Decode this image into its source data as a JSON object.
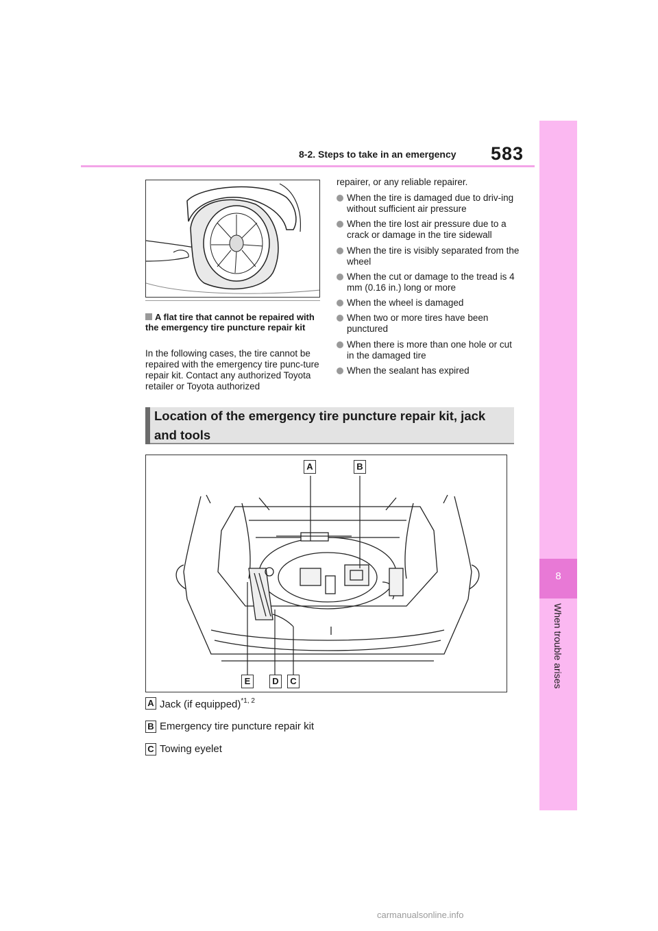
{
  "header": {
    "section_title": "8-2. Steps to take in an emergency",
    "page_number": "583"
  },
  "side_tab": {
    "chapter_number": "8",
    "label": "When trouble arises"
  },
  "left_column": {
    "subhead": "A flat tire that cannot be repaired with the emergency tire puncture repair kit",
    "body": "In the following cases, the tire cannot be repaired with the emergency tire punc-ture repair kit. Contact any authorized Toyota retailer or Toyota authorized"
  },
  "right_column": {
    "lead": "repairer, or any reliable repairer.",
    "bullets": [
      "When the tire is damaged due to driv-ing without sufficient air pressure",
      "When the tire lost air pressure due to a crack or damage in the tire sidewall",
      "When the tire is visibly separated from the wheel",
      "When the cut or damage to the tread is 4 mm (0.16 in.) long or more",
      "When the wheel is damaged",
      "When two or more tires have been punctured",
      "When there is more than one hole or cut in the damaged tire",
      "When the sealant has expired"
    ]
  },
  "banner": {
    "title": "Location of the emergency tire puncture repair kit, jack and tools"
  },
  "figure": {
    "callouts": [
      "A",
      "B",
      "E",
      "D",
      "C"
    ]
  },
  "legend": [
    {
      "letter": "A",
      "text": "Jack (if equipped)",
      "sup": "*1, 2"
    },
    {
      "letter": "B",
      "text": "Emergency tire puncture repair kit",
      "sup": ""
    },
    {
      "letter": "C",
      "text": "Towing eyelet",
      "sup": ""
    }
  ],
  "watermark": "carmanualsonline.info",
  "colors": {
    "accent_pink": "#fbb8f1",
    "chapter_pink": "#e879d6",
    "rule_pink": "#f3a5e8",
    "banner_gray": "#e3e3e3"
  }
}
